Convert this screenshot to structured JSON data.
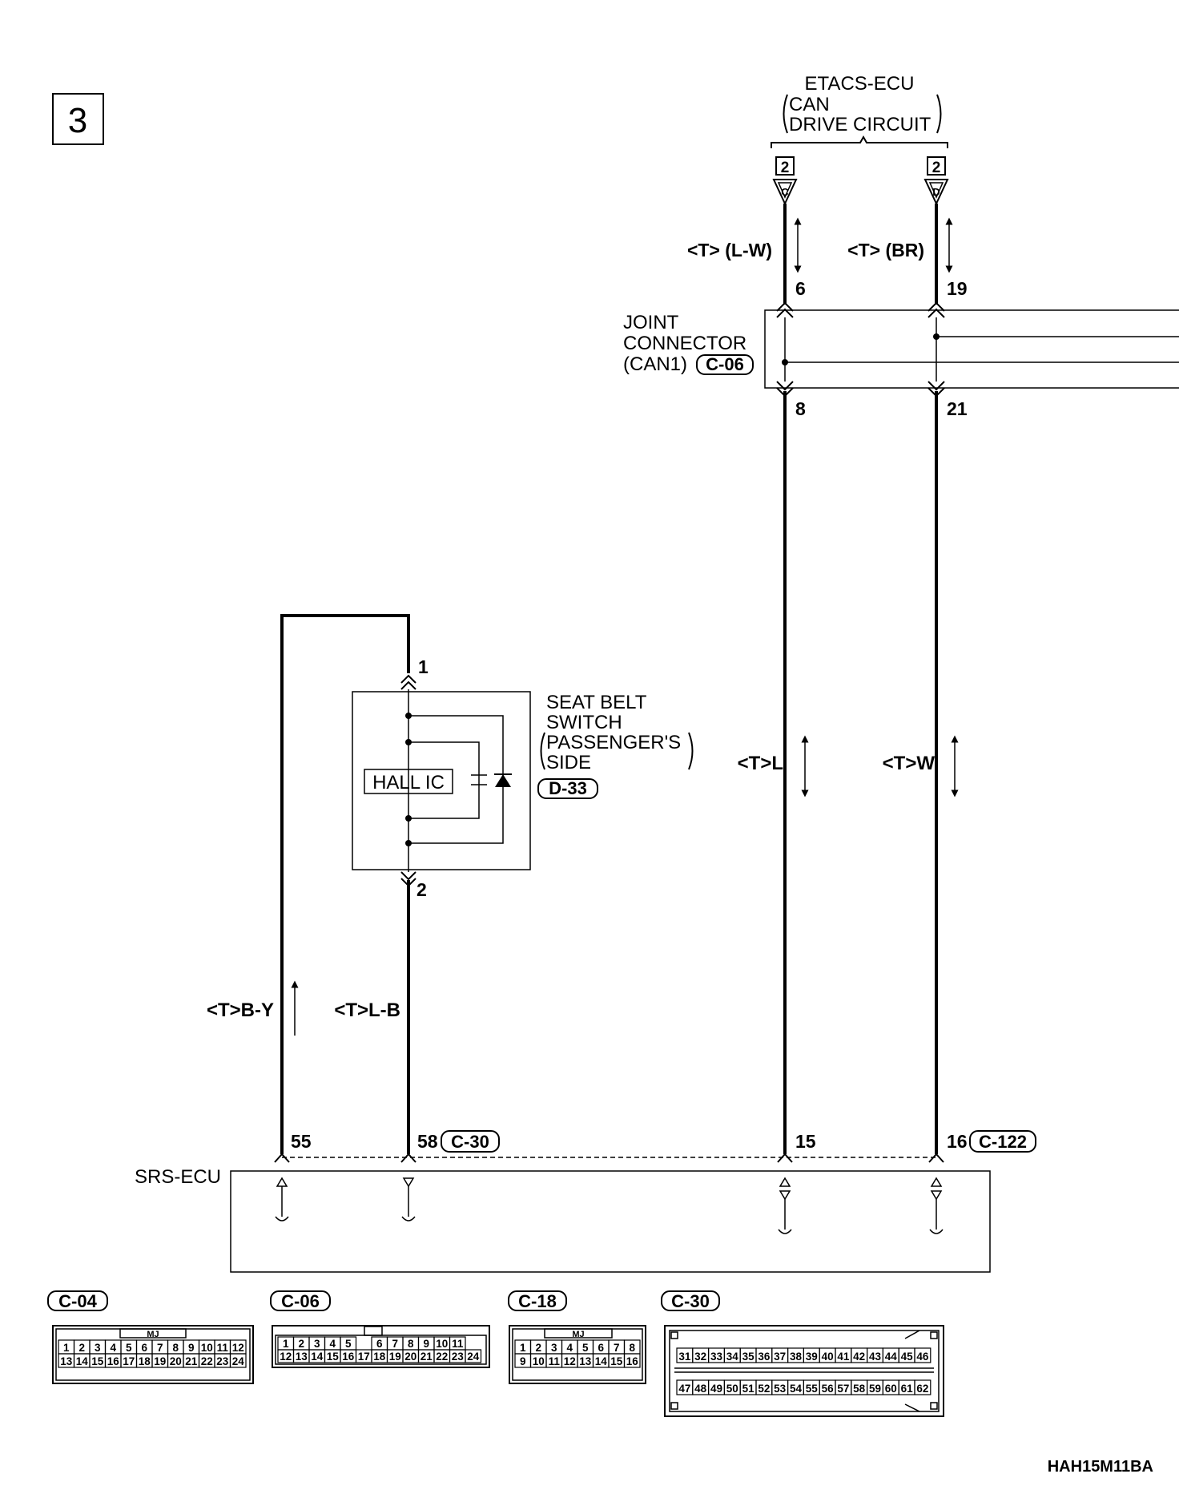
{
  "page_number": "3",
  "image_code": "HAH15M11BA",
  "etacs": {
    "title": "ETACS-ECU",
    "sub1": "CAN",
    "sub2": "DRIVE CIRCUIT",
    "left_conn_num": "2",
    "left_conn_letter": "C",
    "right_conn_num": "2",
    "right_conn_letter": "D"
  },
  "wires": {
    "top_left_color": "<T> (L-W)",
    "top_right_color": "<T> (BR)",
    "mid_left_color": "<T>L",
    "mid_right_color": "<T>W",
    "by_color": "<T>B-Y",
    "lb_color": "<T>L-B"
  },
  "joint_connector": {
    "line1": "JOINT",
    "line2": "CONNECTOR",
    "line3": "(CAN1)",
    "code": "C-06",
    "pin_top_left": "6",
    "pin_top_right": "19",
    "pin_bot_left": "8",
    "pin_bot_right": "21"
  },
  "seat_belt_switch": {
    "line1": "SEAT BELT",
    "line2": "SWITCH",
    "line3": "PASSENGER'S",
    "line4": "SIDE",
    "code": "D-33",
    "hall_ic": "HALL IC",
    "pin_top": "1",
    "pin_bottom": "2"
  },
  "srs_ecu": {
    "label": "SRS-ECU",
    "pin_55": "55",
    "pin_58": "58",
    "conn_c30": "C-30",
    "pin_15": "15",
    "pin_16": "16",
    "conn_c122": "C-122"
  },
  "connectors": {
    "c04": {
      "code": "C-04",
      "tag": "MJ",
      "row1": [
        "1",
        "2",
        "3",
        "4",
        "5",
        "6",
        "7",
        "8",
        "9",
        "10",
        "11",
        "12"
      ],
      "row2": [
        "13",
        "14",
        "15",
        "16",
        "17",
        "18",
        "19",
        "20",
        "21",
        "22",
        "23",
        "24"
      ]
    },
    "c06": {
      "code": "C-06",
      "row1": [
        "1",
        "2",
        "3",
        "4",
        "5",
        "",
        "6",
        "7",
        "8",
        "9",
        "10",
        "11"
      ],
      "row2": [
        "12",
        "13",
        "14",
        "15",
        "16",
        "17",
        "18",
        "19",
        "20",
        "21",
        "22",
        "23",
        "24"
      ]
    },
    "c18": {
      "code": "C-18",
      "tag": "MJ",
      "row1": [
        "1",
        "2",
        "3",
        "4",
        "5",
        "6",
        "7",
        "8"
      ],
      "row2": [
        "9",
        "10",
        "11",
        "12",
        "13",
        "14",
        "15",
        "16"
      ]
    },
    "c30": {
      "code": "C-30",
      "row1": [
        "31",
        "32",
        "33",
        "34",
        "35",
        "36",
        "37",
        "38",
        "39",
        "40",
        "41",
        "42",
        "43",
        "44",
        "45",
        "46"
      ],
      "row2": [
        "47",
        "48",
        "49",
        "50",
        "51",
        "52",
        "53",
        "54",
        "55",
        "56",
        "57",
        "58",
        "59",
        "60",
        "61",
        "62"
      ]
    }
  }
}
